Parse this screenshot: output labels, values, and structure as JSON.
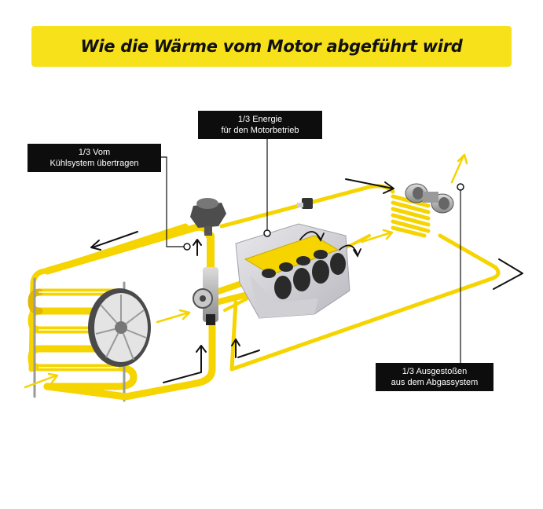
{
  "title": "Wie die Wärme vom Motor abgeführt wird",
  "callouts": {
    "cooling": {
      "line1": "1/3 Vom",
      "line2": "Kühlsystem übertragen"
    },
    "engine": {
      "line1": "1/3 Energie",
      "line2": "für den Motorbetrieb"
    },
    "exhaust": {
      "line1": "1/3 Ausgestoßen",
      "line2": "aus dem Abgassystem"
    }
  },
  "colors": {
    "banner": "#f7e11a",
    "pipe": "#f5d400",
    "pipe_dark": "#e0b800",
    "arrow_yellow": "#f5d400",
    "arrow_black": "#111111",
    "callout_bg": "#0d0d0d"
  }
}
